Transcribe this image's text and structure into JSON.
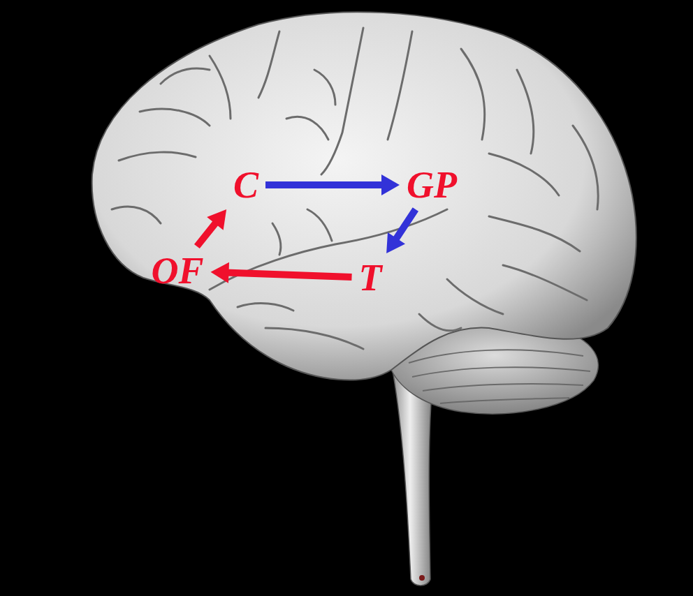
{
  "diagram": {
    "nodes": [
      {
        "text": [
          "C"
        ]
      },
      {
        "text": [
          "GP"
        ]
      },
      {
        "text": [
          "OF"
        ]
      },
      {
        "text": [
          "T"
        ]
      }
    ],
    "edges": [
      {
        "from": 2,
        "to": 0,
        "arrow": "to"
      },
      {
        "from": 0,
        "to": 1,
        "arrow": "to"
      },
      {
        "from": 1,
        "to": 3,
        "arrow": "to"
      },
      {
        "from": 3,
        "to": 2,
        "arrow": "to"
      }
    ]
  }
}
